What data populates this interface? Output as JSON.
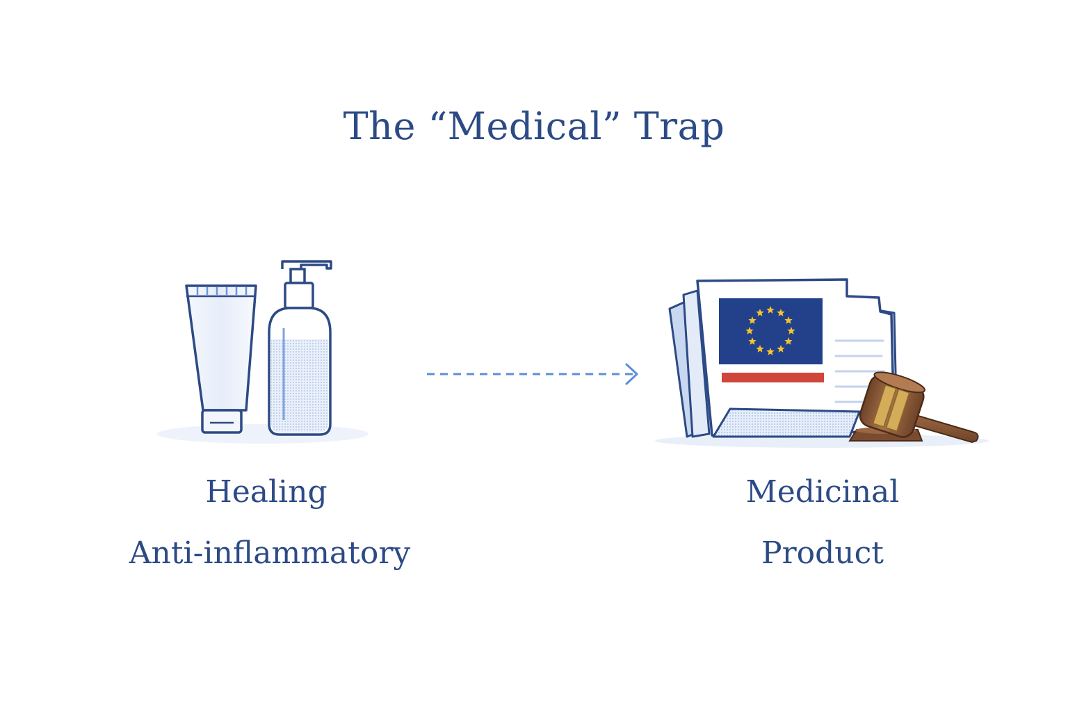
{
  "title": "The “Medical” Trap",
  "left": {
    "line1": "Healing",
    "line2": "Anti-inflammatory"
  },
  "right": {
    "line1": "Medicinal",
    "line2": "Product"
  },
  "colors": {
    "text": "#2c4a85",
    "outline": "#2c4a85",
    "light_blue": "#dfe8f6",
    "eu_blue": "#23418a",
    "eu_star": "#f4c430",
    "red_bar": "#d0463b",
    "gavel_brown": "#8a5a3b",
    "gavel_band": "#c9a24a",
    "arrow": "#5b8fd6"
  },
  "icons": [
    "cream-tube-icon",
    "pump-bottle-icon",
    "dashed-arrow-icon",
    "eu-documents-icon",
    "gavel-icon"
  ]
}
